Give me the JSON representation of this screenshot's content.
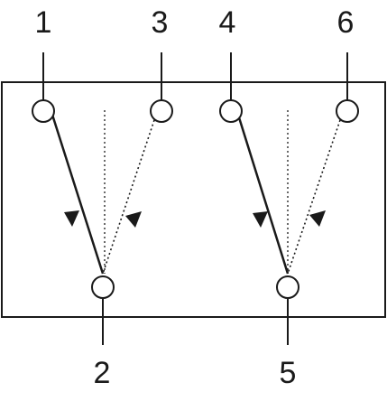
{
  "pins": {
    "p1": "1",
    "p2": "2",
    "p3": "3",
    "p4": "4",
    "p5": "5",
    "p6": "6"
  },
  "colors": {
    "line": "#1a1a1a",
    "background": "#ffffff"
  }
}
